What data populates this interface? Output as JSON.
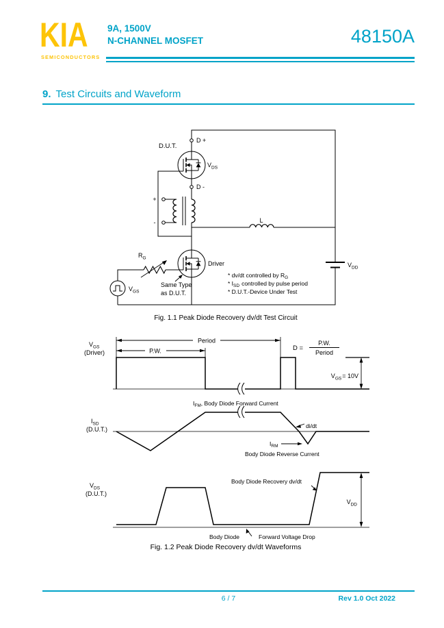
{
  "colors": {
    "accent": "#00a3c8",
    "logo": "#fdc408",
    "diagram": "#000000"
  },
  "header": {
    "logo": "KIA",
    "logo_sub": "SEMICONDUCTORS",
    "rating": "9A, 1500V",
    "device": "N-CHANNEL MOSFET",
    "part": "48150A"
  },
  "section": {
    "num": "9.",
    "title": "Test Circuits and Waveform"
  },
  "fig1": {
    "caption": "Fig. 1.1 Peak Diode Recovery dv/dt Test Circuit",
    "dut": "D.U.T.",
    "driver": "Driver",
    "d_plus": "D +",
    "d_minus": "D -",
    "plus": "+",
    "minus": "-",
    "l": "L",
    "vds_m": "V",
    "vds_s": "DS",
    "rg_m": "R",
    "rg_s": "G",
    "vgs_m": "V",
    "vgs_s": "GS",
    "vdd_m": "V",
    "vdd_s": "DD",
    "same1": "Same Type",
    "same2": "as D.U.T.",
    "note1a": "* dv/dt controlled by R",
    "note1b": "G",
    "note2a": "* I",
    "note2b": "SD",
    "note2c": "controlled by pulse period",
    "note3": "* D.U.T.-Device Under Test"
  },
  "fig2": {
    "caption": "Fig. 1.2 Peak Diode Recovery dv/dt Waveforms",
    "vgs_m": "V",
    "vgs_s": "GS",
    "vgs_who": "(Driver)",
    "pw": "P.W.",
    "period": "Period",
    "deq": "D =",
    "frac_num": "P.W.",
    "frac_den": "Period",
    "vgs10_m": "V",
    "vgs10_s": "GS",
    "vgs10_rest": "= 10V",
    "isd_m": "I",
    "isd_s": "SD",
    "isd_who": "(D.U.T.)",
    "ifm_m": "I",
    "ifm_s": "FM",
    "ifm_rest": ", Body Diode Forward Current",
    "didt": "di/dt",
    "irm_m": "I",
    "irm_s": "RM",
    "rev_cur": "Body Diode Reverse Current",
    "vds_m": "V",
    "vds_s": "DS",
    "vds_who": "(D.U.T.)",
    "recovery": "Body Diode Recovery dv/dt",
    "vdd_m": "V",
    "vdd_s": "DD",
    "fwd1": "Body Diode",
    "fwd2": "Forward Voltage Drop"
  },
  "footer": {
    "page": "6 / 7",
    "rev": "Rev 1.0 Oct 2022"
  }
}
